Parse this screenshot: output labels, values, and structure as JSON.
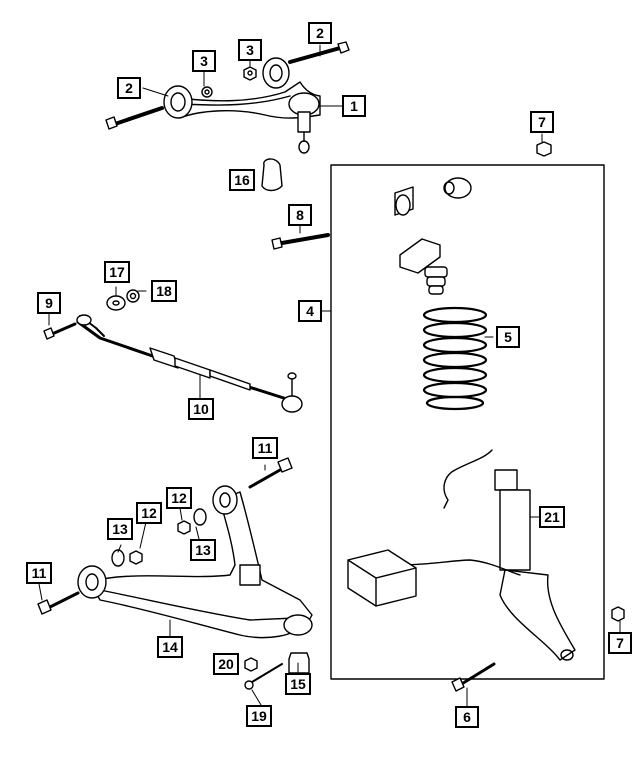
{
  "diagram": {
    "callouts": {
      "c1": "1",
      "c2a": "2",
      "c2b": "2",
      "c3a": "3",
      "c3b": "3",
      "c4": "4",
      "c5": "5",
      "c6": "6",
      "c7a": "7",
      "c7b": "7",
      "c8": "8",
      "c9": "9",
      "c10": "10",
      "c11a": "11",
      "c11b": "11",
      "c12a": "12",
      "c12b": "12",
      "c13a": "13",
      "c13b": "13",
      "c14": "14",
      "c15": "15",
      "c16": "16",
      "c17": "17",
      "c18": "18",
      "c19": "19",
      "c20": "20",
      "c21": "21"
    },
    "colors": {
      "stroke": "#000000",
      "fill": "#ffffff",
      "shade": "#d9d9d9"
    }
  }
}
